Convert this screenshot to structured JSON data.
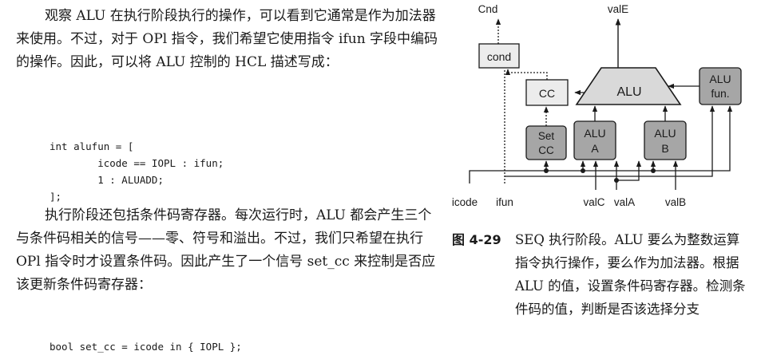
{
  "paragraph1": "观察 ALU 在执行阶段执行的操作，可以看到它通常是作为加法器来使用。不过，对于 OPl 指令，我们希望它使用指令 ifun 字段中编码的操作。因此，可以将 ALU 控制的 HCL 描述写成：",
  "code1": [
    "int alufun = [",
    "        icode == IOPL : ifun;",
    "        1 : ALUADD;",
    "];"
  ],
  "paragraph2": "执行阶段还包括条件码寄存器。每次运行时，ALU 都会产生三个与条件码相关的信号——零、符号和溢出。不过，我们只希望在执行 OPl 指令时才设置条件码。因此产生了一个信号 set_cc 来控制是否应该更新条件码寄存器：",
  "code2": "bool set_cc = icode in { IOPL };",
  "figure": {
    "labels": {
      "cnd": "Cnd",
      "vale": "valE",
      "cond": "cond",
      "cc": "CC",
      "alu": "ALU",
      "alu_fun": [
        "ALU",
        "fun."
      ],
      "set_cc": [
        "Set",
        "CC"
      ],
      "alu_a": [
        "ALU",
        "A"
      ],
      "alu_b": [
        "ALU",
        "B"
      ],
      "icode": "icode",
      "ifun": "ifun",
      "valc": "valC",
      "vala": "valA",
      "valb": "valB"
    },
    "colors": {
      "light_box": "#ececec",
      "dark_box": "#a6a6a6",
      "alu_body": "#d9d9d9",
      "stroke": "#1a1a1a"
    }
  },
  "caption": {
    "label": "图 4-29",
    "text": "SEQ 执行阶段。ALU 要么为整数运算指令执行操作，要么作为加法器。根据 ALU 的值，设置条件码寄存器。检测条件码的值，判断是否该选择分支"
  }
}
